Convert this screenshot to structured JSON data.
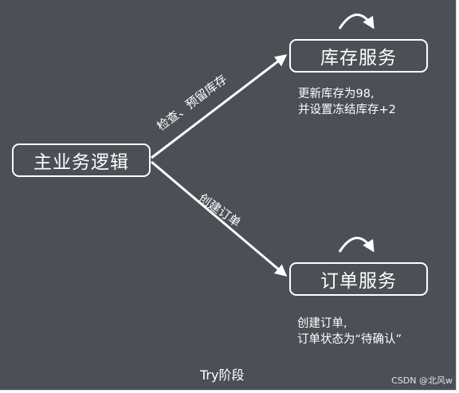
{
  "nodes": {
    "main": "主业务逻辑",
    "inventory": "库存服务",
    "order": "订单服务"
  },
  "edges": {
    "check_reserve": "检查、预留库存",
    "create_order": "创建订单"
  },
  "notes": {
    "inventory": "更新库存为98,\n并设置冻结库存+2",
    "order": "创建订单,\n订单状态为“待确认”"
  },
  "phase": "Try阶段",
  "watermark": "CSDN @北风w",
  "colors": {
    "background": "#4d4f56",
    "foreground": "#ffffff"
  }
}
